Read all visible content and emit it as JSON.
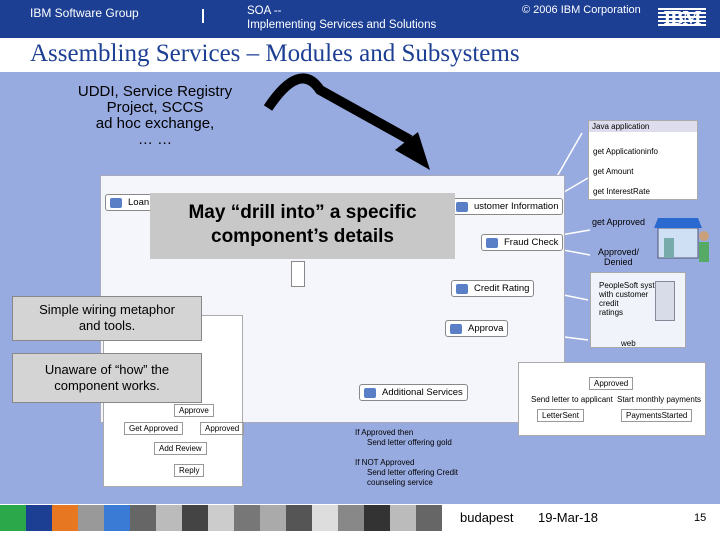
{
  "header": {
    "group": "IBM Software Group",
    "soa_line1": "SOA --",
    "soa_line2": "Implementing Services and Solutions",
    "copyright": "© 2006 IBM Corporation",
    "logo": "IBM"
  },
  "title": "Assembling Services – Modules and Subsystems",
  "uddi": {
    "line1": "UDDI, Service Registry",
    "line2": "Project, SCCS",
    "line3": "ad hoc exchange,",
    "line4": "… …"
  },
  "drill": {
    "line1": "May “drill into” a specific",
    "line2": "component’s details"
  },
  "callouts": {
    "wiring_line1": "Simple wiring metaphor",
    "wiring_line2": "and tools.",
    "unaware_line1": "Unaware of “how” the",
    "unaware_line2": "component works."
  },
  "nodes": {
    "loan": "Loan",
    "customer": "ustomer Information",
    "fraud": "Fraud Check",
    "credit": "Credit Rating",
    "approval": "Approva",
    "additional": "Additional Services"
  },
  "labels": {
    "get_approved": "get Approved",
    "approved_denied_1": "Approved/",
    "approved_denied_2": "Denied",
    "web": "web"
  },
  "java_thumb": {
    "title": "Java application",
    "l1": "get Applicationinfo",
    "l2": "get Amount",
    "l3": "get InterestRate"
  },
  "people_thumb": {
    "l1": "PeopleSoft system",
    "l2": "with customer",
    "l3": "credit",
    "l4": "ratings"
  },
  "flow_thumb": {
    "approved": "Approved",
    "send_letter": "Send letter to applicant",
    "start_payments": "Start monthly payments",
    "letter": "LetterSent",
    "payments": "PaymentsStarted"
  },
  "process_thumb": {
    "approve": "Approve",
    "get_approved": "Get Approved",
    "approved": "Approved",
    "add_review": "Add Review",
    "reply": "Reply"
  },
  "notes": {
    "l1": "If Approved then",
    "l2": "Send letter offering gold",
    "l3": "If NOT Approved",
    "l4": "Send letter offering Credit",
    "l5": "counseling service"
  },
  "footer": {
    "city": "budapest",
    "date": "19-Mar-18",
    "page": "15"
  },
  "colors": {
    "brand_blue": "#1c3f94",
    "content_bg": "#98abe0",
    "callout_bg": "#d4d4d4"
  }
}
